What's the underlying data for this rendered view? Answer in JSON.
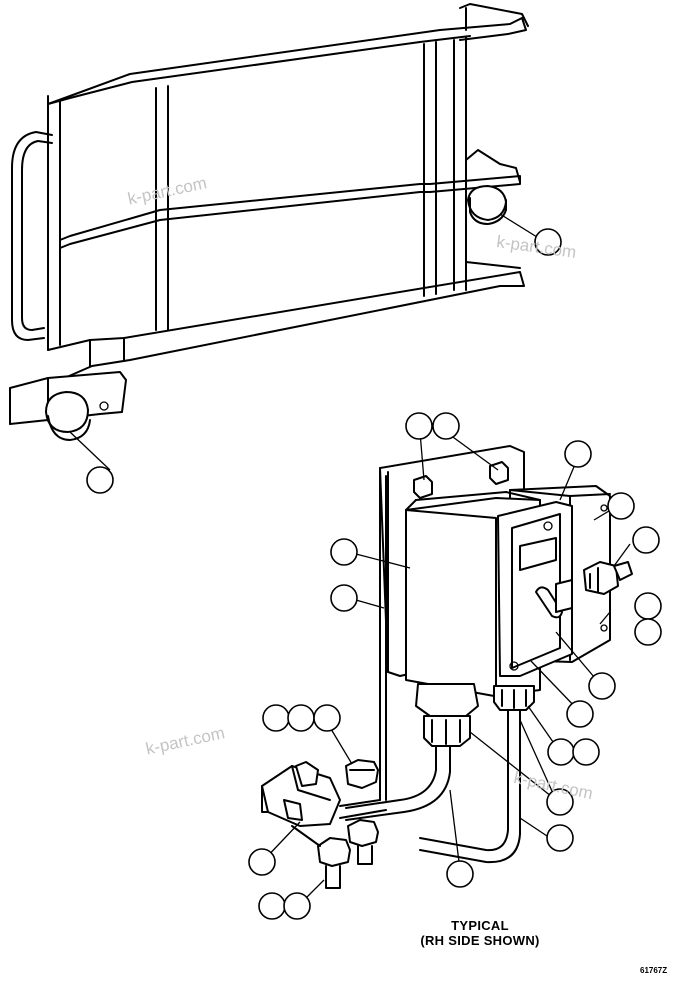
{
  "caption": {
    "line1": "TYPICAL",
    "line2": "(RH SIDE SHOWN)"
  },
  "figure_number": "61767Z",
  "watermark": "k-part.com",
  "callouts_blank": true
}
